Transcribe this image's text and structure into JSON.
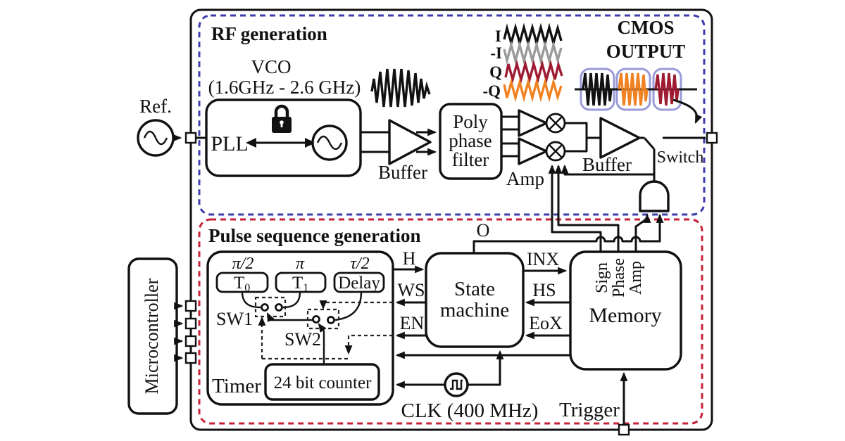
{
  "colors": {
    "line": "#111111",
    "rf_box": "#3c3cae",
    "pulse_box": "#c52237",
    "wave_i": "#111111",
    "wave_neg_i": "#9a9a9a",
    "wave_q": "#9e1b32",
    "wave_neg_q": "#f08222",
    "envelope": "#9a9ad8"
  },
  "rf": {
    "title": "RF generation",
    "vco_label": "VCO",
    "vco_range": "(1.6GHz - 2.6 GHz)",
    "pll_label": "PLL",
    "buffer1_label": "Buffer",
    "polyphase": {
      "l1": "Poly",
      "l2": "phase",
      "l3": "filter"
    },
    "amp_label": "Amp",
    "buffer2_label": "Buffer",
    "switch_label": "Switch",
    "cmos": {
      "l1": "CMOS",
      "l2": "OUTPUT"
    },
    "waves": {
      "i": "I",
      "neg_i": "-I",
      "q": "Q",
      "neg_q": "-Q"
    }
  },
  "pulse": {
    "title": "Pulse sequence generation",
    "timer": {
      "label": "Timer",
      "counter": "24 bit counter",
      "t0_main": "T",
      "t0_sub": "0",
      "t1_main": "T",
      "t1_sub": "1",
      "delay": "Delay",
      "pi_half": "π/2",
      "pi": "π",
      "tau_half": "τ/2",
      "sw1": "SW1",
      "sw2": "SW2"
    },
    "state_machine": {
      "l1": "State",
      "l2": "machine"
    },
    "memory": {
      "label": "Memory",
      "sign": "Sign",
      "phase": "Phase",
      "amp": "Amp"
    },
    "signals": {
      "o": "O",
      "h": "H",
      "ws": "WS",
      "en": "EN",
      "inx": "INX",
      "hs": "HS",
      "eox": "EoX"
    },
    "clk_label": "CLK (400 MHz)",
    "trigger_label": "Trigger"
  },
  "external": {
    "ref_label": "Ref.",
    "micro_label": "Microcontroller"
  }
}
